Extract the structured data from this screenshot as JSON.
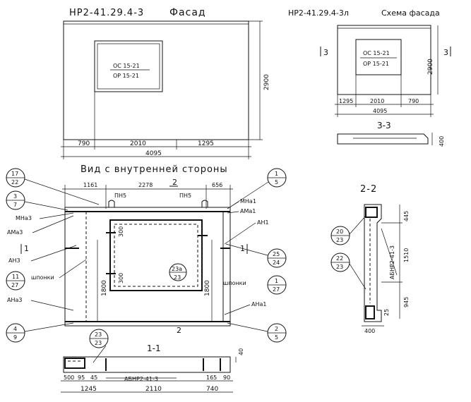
{
  "facade": {
    "mark": "НР2-41.29.4-3",
    "title": "Фасад",
    "window_line1": "ОС 15-21",
    "window_line2": "ОР 15-21",
    "dims_bottom": [
      "790",
      "2010",
      "1295"
    ],
    "total_width": "4095",
    "height": "2900"
  },
  "scheme": {
    "mark": "НР2-41.29.4-3л",
    "title": "Схема фасада",
    "window_line1": "ОС 15-21",
    "window_line2": "ОР 15-21",
    "dims_bottom": [
      "1295",
      "2010",
      "790"
    ],
    "total_width": "4095",
    "height": "2900",
    "section_mark": "3",
    "section_title": "3-3",
    "section_dim": "400"
  },
  "inner": {
    "title": "Вид с внутренней стороны",
    "top_dims": [
      "1161",
      "2278",
      "656"
    ],
    "pn_left": "ПН5",
    "pn_right": "ПН5",
    "dim_300_top": "300",
    "dim_300_bottom": "300",
    "dim_1800_left": "1800",
    "dim_1800_right": "1800",
    "section_2": "2",
    "section_1": "1",
    "labels_left": [
      "МНа3",
      "АМа3",
      "АН3",
      "шпонки",
      "АНа3"
    ],
    "labels_right": [
      "МНа1",
      "АМа1",
      "АН1",
      "шпонки",
      "АНа1"
    ],
    "callouts": {
      "c17": [
        "17",
        "22"
      ],
      "c3": [
        "3",
        "7"
      ],
      "c11": [
        "11",
        "27"
      ],
      "c4": [
        "4",
        "9"
      ],
      "c1": [
        "1",
        "5"
      ],
      "c25": [
        "25",
        "24"
      ],
      "c1b": [
        "1",
        "27"
      ],
      "c2": [
        "2",
        "5"
      ],
      "c23": [
        "23",
        "23"
      ],
      "c23a": [
        "23а",
        "23"
      ]
    }
  },
  "section11": {
    "title": "1-1",
    "label": "АБНР2-41-3",
    "dims_small": [
      "500",
      "95",
      "45",
      "165",
      "90"
    ],
    "dims_main": [
      "1245",
      "2110",
      "740"
    ],
    "dim_40": "40"
  },
  "section22": {
    "title": "2-2",
    "label": "АБНР2-41-3",
    "dims": [
      "445",
      "1510",
      "945"
    ],
    "dim_25": "25",
    "width": "400",
    "callouts": {
      "c20": [
        "20",
        "23"
      ],
      "c22": [
        "22",
        "23"
      ]
    }
  }
}
